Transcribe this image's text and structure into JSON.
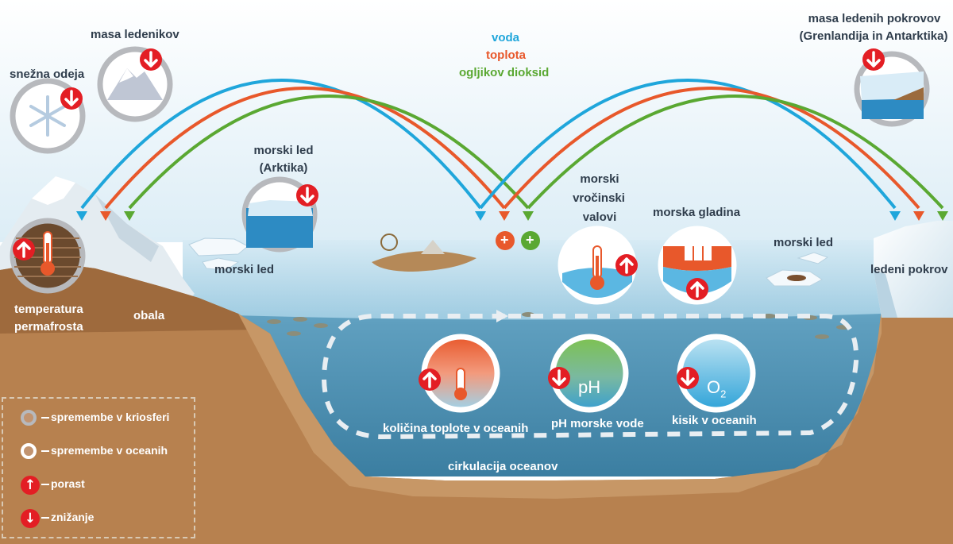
{
  "title_legend": {
    "voda": "voda",
    "toplota": "toplota",
    "ogljikov_dioksid": "ogljikov dioksid",
    "colors": {
      "voda": "#1fa6db",
      "toplota": "#e8582b",
      "ogljikov_dioksid": "#5aa832"
    }
  },
  "labels": {
    "snezna_odeja": "snežna odeja",
    "masa_ledenikov": "masa ledenikov",
    "masa_ledenih_pokrovov_line1": "masa ledenih pokrovov",
    "masa_ledenih_pokrovov_line2": "(Grenlandija in Antarktika)",
    "morski_led_arktika_line1": "morski led",
    "morski_led_arktika_line2": "(Arktika)",
    "morski_led_left": "morski led",
    "morski_led_right": "morski led",
    "ledeni_pokrov": "ledeni pokrov",
    "temperatura_line1": "temperatura",
    "temperatura_line2": "permafrosta",
    "obala": "obala",
    "vrocinski_line1": "morski",
    "vrocinski_line2": "vročinski",
    "vrocinski_line3": "valovi",
    "morska_gladina": "morska gladina",
    "kolicina_toplote": "količina toplote v oceanih",
    "ph_morske_vode": "pH morske vode",
    "kisik_v_oceanih": "kisik v oceanih",
    "cirkulacija_oceanov": "cirkulacija oceanov",
    "ph_symbol": "pH",
    "o2_symbol": "O",
    "o2_sub": "2",
    "plus": "+"
  },
  "indicators": {
    "snezna_odeja": "down",
    "masa_ledenikov": "down",
    "masa_ledenih_pokrovov": "down",
    "morski_led_arktika": "down",
    "temperatura_permafrosta": "up",
    "morski_vrocinski_valovi": "up",
    "morska_gladina": "up",
    "kolicina_toplote": "up",
    "ph_morske_vode": "down",
    "kisik_v_oceanih": "down"
  },
  "legend": {
    "kriosfera": "spremembe v kriosferi",
    "oceani": "spremembe v oceanih",
    "porast": "porast",
    "znizanje": "znižanje",
    "up_glyph": "↑",
    "down_glyph": "↓"
  }
}
